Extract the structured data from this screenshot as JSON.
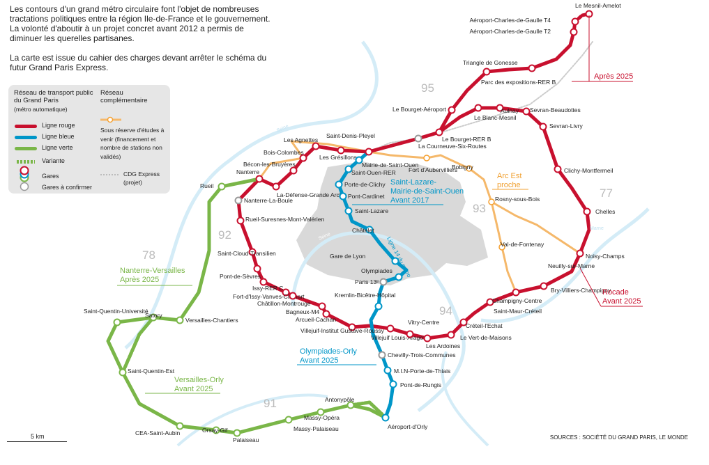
{
  "intro": {
    "p1": "Les contours d'un grand métro circulaire font l'objet de nombreuses tractations politiques entre la région Ile-de-France et le gouvernement. La volonté d'aboutir à un projet concret avant 2012 a permis de diminuer les querelles partisanes.",
    "p2": "La carte est issue du cahier des charges devant arrêter le schéma du futur Grand Paris Express."
  },
  "legend": {
    "title1": "Réseau de transport public du Grand Paris",
    "subtitle1": "(métro automatique)",
    "red": "Ligne rouge",
    "blue": "Ligne bleue",
    "green": "Ligne verte",
    "variant": "Variante",
    "stations": "Gares",
    "to_confirm": "Gares à confirmer",
    "title2": "Réseau complémentaire",
    "orange": "Sous réserve d'études à venir (financement et nombre de stations non validés)",
    "cdg": "CDG Express (projet)"
  },
  "colors": {
    "red": "#c8102e",
    "blue": "#0096c8",
    "green": "#7ab648",
    "orange": "#f5b86a",
    "paris": "#d9d9d9",
    "seine": "#d4ecf7"
  },
  "departments": [
    "95",
    "93",
    "92",
    "94",
    "91",
    "78",
    "77"
  ],
  "rivers": [
    "Seine",
    "Seine",
    "Marne"
  ],
  "annotations": {
    "apres2025": "Après 2025",
    "rocade": "Rocade",
    "rocade_date": "Avant 2025",
    "stlazare1": "Saint-Lazare-",
    "stlazare2": "Mairie-de-Saint-Ouen",
    "stlazare3": "Avant 2017",
    "arc1": "Arc Est",
    "arc2": "proche",
    "nv1": "Nanterre-Versailles",
    "nv2": "Après 2025",
    "vo1": "Versailles-Orly",
    "vo2": "Avant 2025",
    "oo1": "Olympiades-Orly",
    "oo2": "Avant 2025",
    "ligne14": "Ligne 14 du métro"
  },
  "stations": [
    {
      "id": "mesnil",
      "name": "Le Mesnil-Amelot"
    },
    {
      "id": "cdg4",
      "name": "Aéroport-Charles-de-Gaulle T4"
    },
    {
      "id": "cdg2",
      "name": "Aéroport-Charles-de-Gaulle T2"
    },
    {
      "id": "gonesse",
      "name": "Triangle de Gonesse"
    },
    {
      "id": "parcexpo",
      "name": "Parc des expositions-RER B"
    },
    {
      "id": "bourgetaero",
      "name": "Le Bourget-Aéroport"
    },
    {
      "id": "aulnay",
      "name": "Aulnay"
    },
    {
      "id": "blancmesnil",
      "name": "Le Blanc-Mesnil"
    },
    {
      "id": "sevranb",
      "name": "Sevran-Beaudottes"
    },
    {
      "id": "sevranl",
      "name": "Sevran-Livry"
    },
    {
      "id": "bourgetrer",
      "name": "Le Bourget-RER B"
    },
    {
      "id": "courneuve",
      "name": "La Courneuve-Six-Routes"
    },
    {
      "id": "sdp",
      "name": "Saint-Denis-Pleyel"
    },
    {
      "id": "agnettes",
      "name": "Les Agnettes"
    },
    {
      "id": "boiscol",
      "name": "Bois-Colombes"
    },
    {
      "id": "becon",
      "name": "Bécon-les-Bruyères"
    },
    {
      "id": "gresillons",
      "name": "Les Grésillons"
    },
    {
      "id": "nanterre",
      "name": "Nanterre"
    },
    {
      "id": "defense",
      "name": "La-Défense-Grande Arche"
    },
    {
      "id": "rueil",
      "name": "Rueil"
    },
    {
      "id": "laboule",
      "name": "Nanterre-La-Boule"
    },
    {
      "id": "suresnes",
      "name": "Rueil-Suresnes-Mont-Valérien"
    },
    {
      "id": "stcloud",
      "name": "Saint-Cloud-Transilien"
    },
    {
      "id": "sevres",
      "name": "Pont-de-Sèvres"
    },
    {
      "id": "issy",
      "name": "Issy-RER C"
    },
    {
      "id": "fortissy",
      "name": "Fort-d'Issy-Vanves-Clamart"
    },
    {
      "id": "chatillon",
      "name": "Châtillon-Montrouge"
    },
    {
      "id": "bagneux",
      "name": "Bagneux-M4"
    },
    {
      "id": "arcueil",
      "name": "Arcueil-Cachan"
    },
    {
      "id": "igr",
      "name": "Villejuif-Institut Gustave-Roussy"
    },
    {
      "id": "aragon",
      "name": "Villejuif Louis-Aragon"
    },
    {
      "id": "vitry",
      "name": "Vitry-Centre"
    },
    {
      "id": "ardoines",
      "name": "Les Ardoines"
    },
    {
      "id": "vertmaisons",
      "name": "Le Vert-de-Maisons"
    },
    {
      "id": "creteil",
      "name": "Créteil-l'Echat"
    },
    {
      "id": "stmaur",
      "name": "Saint-Maur-Créteil"
    },
    {
      "id": "champigny",
      "name": "Champigny-Centre"
    },
    {
      "id": "bry",
      "name": "Bry-Villiers-Champigny"
    },
    {
      "id": "noisy",
      "name": "Noisy-Champs"
    },
    {
      "id": "chelles",
      "name": "Chelles"
    },
    {
      "id": "clichy",
      "name": "Clichy-Montfermeil"
    },
    {
      "id": "mairiestouen",
      "name": "Mairie-de-Saint-Ouen"
    },
    {
      "id": "stouenrer",
      "name": "Saint-Ouen-RER"
    },
    {
      "id": "clichyporte",
      "name": "Porte-de-Clichy"
    },
    {
      "id": "cardinet",
      "name": "Pont-Cardinet"
    },
    {
      "id": "stlazare",
      "name": "Saint-Lazare"
    },
    {
      "id": "chatelet",
      "name": "Châtelet"
    },
    {
      "id": "garelyon",
      "name": "Gare de Lyon"
    },
    {
      "id": "olympiades",
      "name": "Olympiades"
    },
    {
      "id": "paris13",
      "name": "Paris 13ᵉ"
    },
    {
      "id": "kremlin",
      "name": "Kremlin-Bicêtre-Hôpital"
    },
    {
      "id": "chevilly",
      "name": "Chevilly-Trois-Communes"
    },
    {
      "id": "min",
      "name": "M.I.N-Porte-de-Thiais"
    },
    {
      "id": "rungis",
      "name": "Pont-de-Rungis"
    },
    {
      "id": "orly",
      "name": "Aéroport-d'Orly"
    },
    {
      "id": "antony",
      "name": "Antonypôle"
    },
    {
      "id": "massyopera",
      "name": "Massy-Opéra"
    },
    {
      "id": "massypal",
      "name": "Massy-Palaiseau"
    },
    {
      "id": "palaiseau",
      "name": "Palaiseau"
    },
    {
      "id": "orsay",
      "name": "Orsay-Gif"
    },
    {
      "id": "cea",
      "name": "CEA-Saint-Aubin"
    },
    {
      "id": "sqe",
      "name": "Saint-Quentin-Est"
    },
    {
      "id": "squ",
      "name": "Saint-Quentin-Université"
    },
    {
      "id": "satory",
      "name": "Satory"
    },
    {
      "id": "versailles",
      "name": "Versailles-Chantiers"
    },
    {
      "id": "fortauber",
      "name": "Fort d'Aubervilliers"
    },
    {
      "id": "bobigny",
      "name": "Bobigny"
    },
    {
      "id": "rosny",
      "name": "Rosny-sous-Bois"
    },
    {
      "id": "valfont",
      "name": "Val-de-Fontenay"
    },
    {
      "id": "neuilly",
      "name": "Neuilly-sur-Marne"
    }
  ],
  "scale": "5 km",
  "sources": "SOURCES : SOCIÉTÉ DU GRAND PARIS, LE MONDE"
}
